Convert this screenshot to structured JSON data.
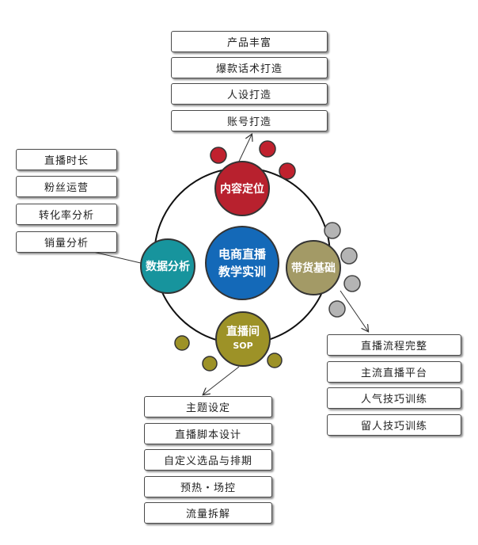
{
  "center": {
    "line1": "电商直播",
    "line2": "教学实训"
  },
  "nodes": {
    "content": "内容定位",
    "data": "数据分析",
    "goods": "带货基础",
    "sop_line1": "直播间",
    "sop_line2": "SOP"
  },
  "lists": {
    "content": [
      "产品丰富",
      "爆款话术打造",
      "人设打造",
      "账号打造"
    ],
    "data": [
      "直播时长",
      "粉丝运营",
      "转化率分析",
      "销量分析"
    ],
    "goods": [
      "直播流程完整",
      "主流直播平台",
      "人气技巧训练",
      "留人技巧训练"
    ],
    "sop": [
      "主题设定",
      "直播脚本设计",
      "自定义选品与排期",
      "预热・场控",
      "流量拆解"
    ]
  },
  "colors": {
    "center": "#1469b8",
    "content": "#b8212e",
    "data": "#17949d",
    "goods": "#a39a66",
    "sop": "#9d9227",
    "dot_red": "#c0212e",
    "dot_gray": "#b4b4b4",
    "dot_olive": "#9d9227"
  }
}
